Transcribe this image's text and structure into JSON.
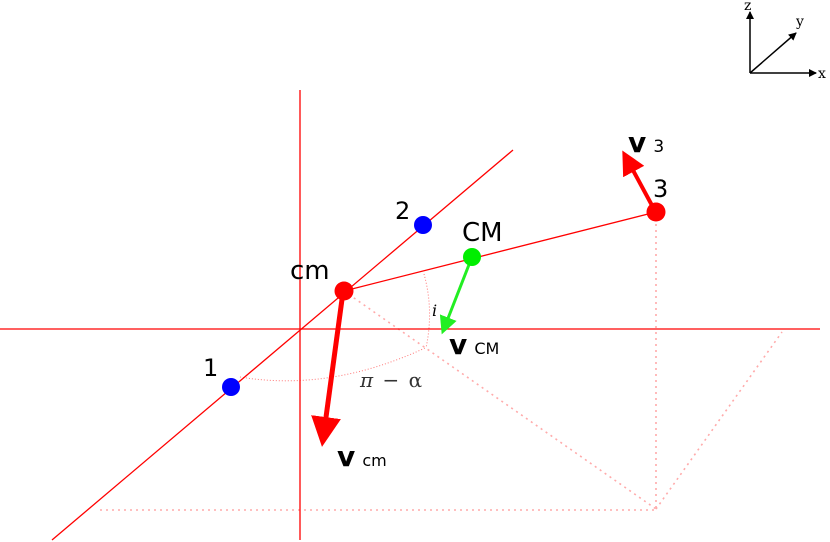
{
  "axes_triad": {
    "x": "x",
    "y": "y",
    "z": "z"
  },
  "bodies": {
    "body1": "1",
    "body2": "2",
    "body3": "3",
    "cm": "cm",
    "CM": "CM"
  },
  "velocities": {
    "v3": {
      "symbol": "v",
      "sub": "3"
    },
    "vcm_big": {
      "symbol": "v",
      "sub": "CM"
    },
    "vcm_small": {
      "symbol": "v",
      "sub": "cm"
    }
  },
  "angles": {
    "inclination": "i",
    "pi": "π",
    "minus": "−",
    "alpha": "α"
  },
  "colors": {
    "line": "#ff0000",
    "dot_red": "#ff0000",
    "dot_blue": "#0000ff",
    "dot_green": "#00ee00",
    "arrow_green": "#22ee22",
    "dotted": "#ffaaaa"
  }
}
